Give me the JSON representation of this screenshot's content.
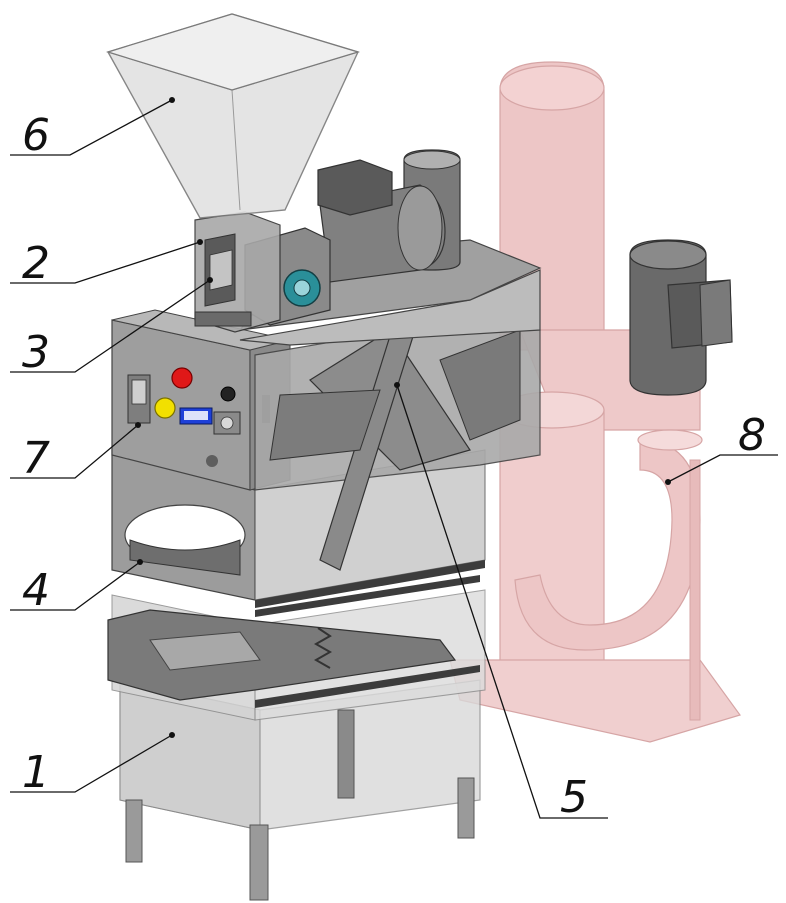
{
  "figure": {
    "callouts": [
      {
        "id": "1",
        "label": "1"
      },
      {
        "id": "2",
        "label": "2"
      },
      {
        "id": "3",
        "label": "3"
      },
      {
        "id": "4",
        "label": "4"
      },
      {
        "id": "5",
        "label": "5"
      },
      {
        "id": "6",
        "label": "6"
      },
      {
        "id": "7",
        "label": "7"
      },
      {
        "id": "8",
        "label": "8"
      }
    ],
    "colors": {
      "metal_dark": "#5e5e5e",
      "metal_mid": "#8a8a8a",
      "metal_light": "#b9b9b9",
      "glass": "#d8d8d8",
      "cyclone": "#e6a9a9",
      "button_red": "#e01818",
      "button_yellow": "#f2e000",
      "display_blue": "#1e40d8",
      "flange_teal": "#2a8f99"
    }
  }
}
